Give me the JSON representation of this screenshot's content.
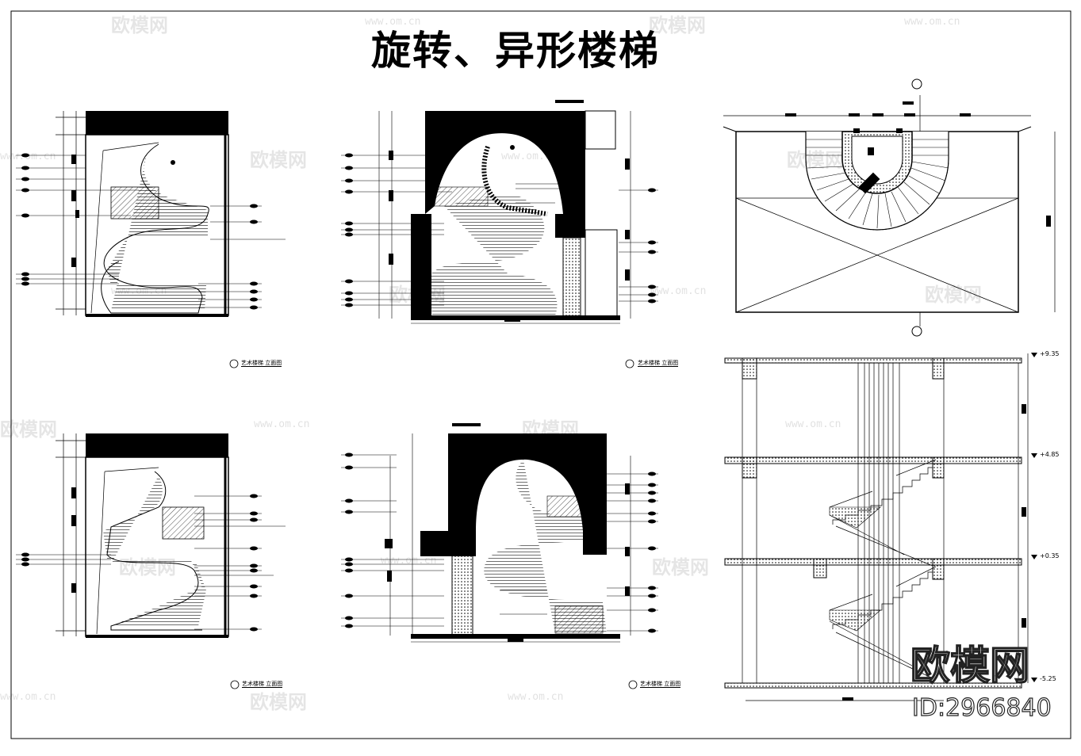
{
  "title": "旋转、异形楼梯",
  "levels": [
    "+9.35",
    "+4.85",
    "+0.35",
    "-5.25"
  ],
  "drawing_captions": [
    "艺术楼梯 立面图",
    "艺术楼梯 立面图",
    "艺术楼梯 立面图",
    "艺术楼梯 立面图"
  ],
  "watermark": {
    "brand": "欧模网",
    "url": "www.om.cn"
  },
  "stamp": {
    "brand": "欧模网",
    "id": "ID:2966840"
  }
}
